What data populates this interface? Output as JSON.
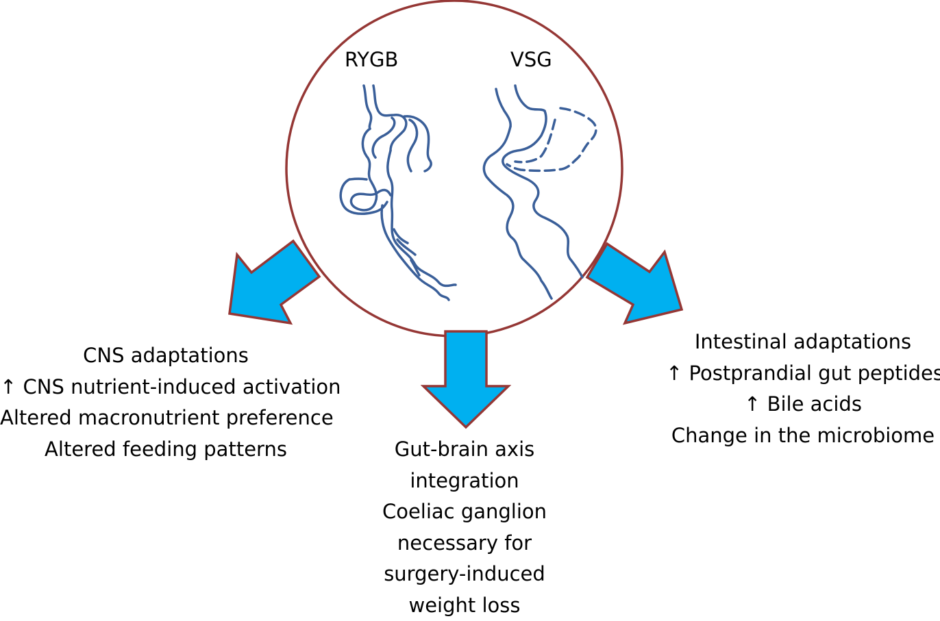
{
  "circle": {
    "labels": [
      "RYGB",
      "VSG"
    ]
  },
  "outcomes": {
    "left": {
      "lines": [
        "CNS adaptations",
        "↑ CNS nutrient-induced activation",
        "Altered macronutrient preference",
        "Altered feeding patterns"
      ]
    },
    "middle": {
      "lines": [
        "Gut-brain axis",
        "integration",
        "Coeliac ganglion",
        "necessary for",
        "surgery-induced",
        "weight loss"
      ]
    },
    "right": {
      "lines": [
        "Intestinal adaptations",
        "↑ Postprandial gut peptides",
        "↑ Bile acids",
        "Change in the microbiome"
      ]
    }
  },
  "colors": {
    "circle_stroke": "#953735",
    "arrow_fill": "#00b0f0",
    "arrow_stroke": "#953735",
    "gut_stroke": "#3a5f99"
  }
}
